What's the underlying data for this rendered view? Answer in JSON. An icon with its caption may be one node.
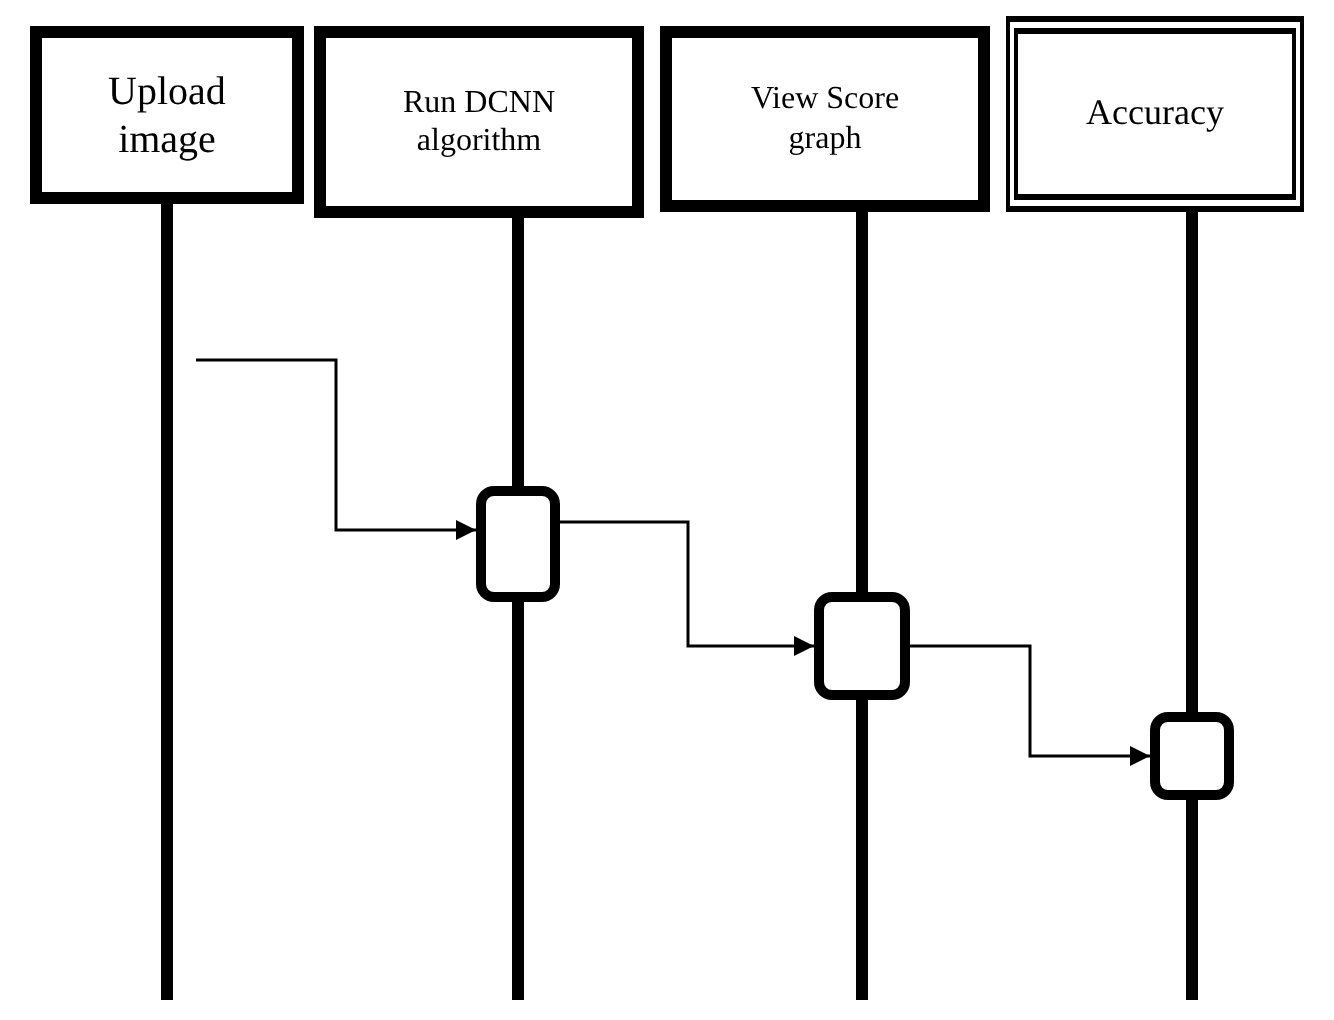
{
  "diagram": {
    "nodes": [
      {
        "text": [
          "Upload image"
        ]
      },
      {
        "text": [
          "Run DCNN algorithm"
        ]
      },
      {
        "text": [
          "View Score graph"
        ]
      },
      {
        "text": [
          "Accuracy"
        ]
      },
      {
        "text": [],
        "shape": "box"
      },
      {
        "text": [],
        "shape": "box"
      },
      {
        "text": [],
        "shape": "box"
      }
    ],
    "edges": [
      {
        "from": null,
        "to": 4,
        "arrow": "to"
      },
      {
        "from": 4,
        "to": 5,
        "arrow": "to"
      },
      {
        "from": 5,
        "to": 6,
        "arrow": "to"
      },
      {
        "from": 0,
        "to": null,
        "arrow": "none"
      },
      {
        "from": 1,
        "to": 4,
        "arrow": "none"
      },
      {
        "from": 4,
        "to": null,
        "arrow": "none"
      },
      {
        "from": 2,
        "to": 5,
        "arrow": "none"
      },
      {
        "from": 5,
        "to": null,
        "arrow": "none"
      },
      {
        "from": 3,
        "to": 6,
        "arrow": "none"
      },
      {
        "from": 6,
        "to": null,
        "arrow": "none"
      }
    ]
  }
}
